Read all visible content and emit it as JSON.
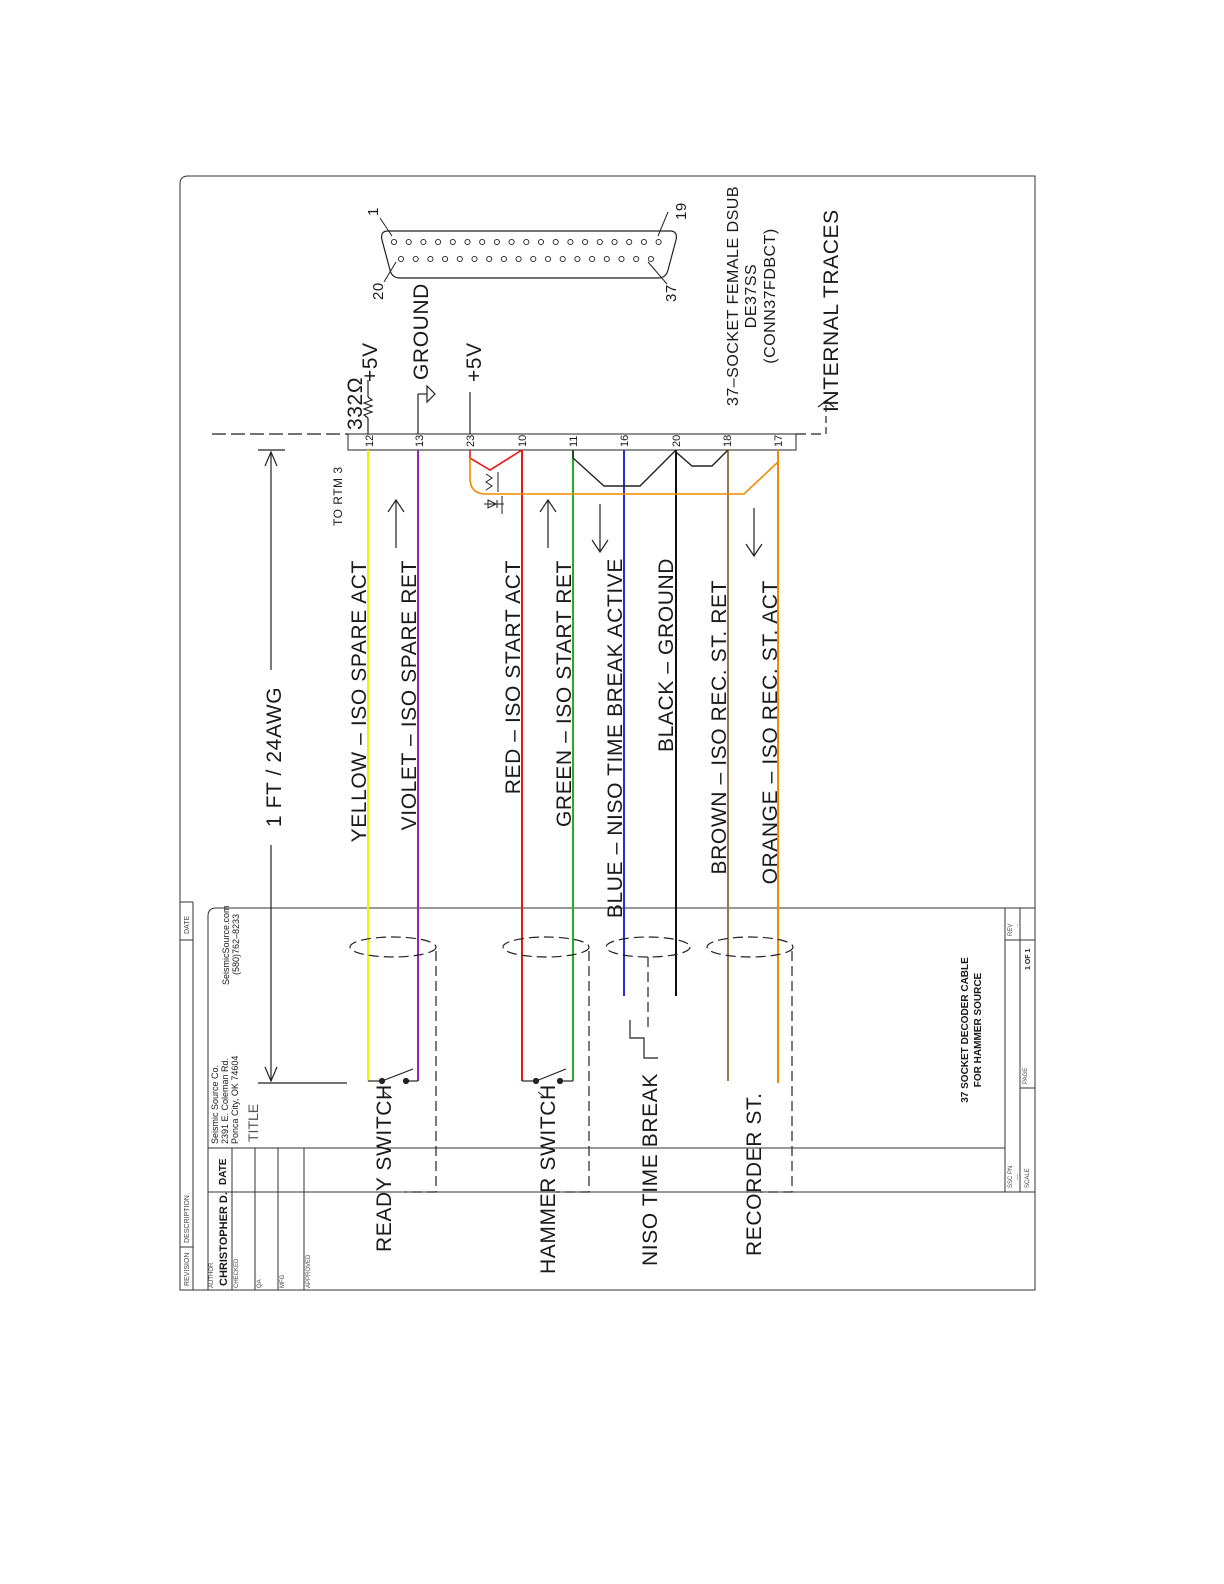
{
  "wires": [
    {
      "pin": "12",
      "color": "#f2f200",
      "label": "YELLOW – ISO SPARE ACT"
    },
    {
      "pin": "13",
      "color": "#9a22b8",
      "label": "VIOLET – ISO SPARE RET"
    },
    {
      "pin": "10",
      "color": "#e11a1a",
      "label": "RED – ISO START ACT"
    },
    {
      "pin": "11",
      "color": "#22b022",
      "label": "GREEN – ISO START RET"
    },
    {
      "pin": "16",
      "color": "#2b2bd6",
      "label": "BLUE – NISO TIME BREAK ACTIVE"
    },
    {
      "pin": "20",
      "color": "#111111",
      "label": "BLACK – GROUND"
    },
    {
      "pin": "18",
      "color": "#9a7a4a",
      "label": "BROWN – ISO REC. ST. RET"
    },
    {
      "pin": "17",
      "color": "#f08c00",
      "label": "ORANGE – ISO REC. ST. ACT"
    }
  ],
  "extra_pin": "23",
  "switches": {
    "ready": "READY SWITCH",
    "hammer": "HAMMER SWITCH",
    "niso": "NISO TIME BREAK",
    "recorder": "RECORDER ST."
  },
  "labels": {
    "length": "1 FT / 24AWG",
    "to_rtm": "TO RTM 3",
    "resistor": "332Ω",
    "plus5v_a": "+5V",
    "plus5v_b": "+5V",
    "ground": "GROUND",
    "internal_traces": "INTERNAL TRACES"
  },
  "connector": {
    "line1": "37–SOCKET FEMALE DSUB",
    "line2": "DE37SS",
    "line3": "(CONN37FDBCT)",
    "pin_1": "1",
    "pin_19": "19",
    "pin_20": "20",
    "pin_37": "37"
  },
  "revision_block": {
    "revision": "REVISION",
    "description": "DESCRIPTION",
    "date": "DATE"
  },
  "title_block": {
    "author_hdr": "AUTHOR",
    "author": "CHRISTOPHER D.",
    "date_hdr": "DATE",
    "checked": "CHECKED",
    "qa": "QA",
    "mfg": "MFG",
    "approved": "APPROVED",
    "company1": "Seismic Source Co.",
    "company2": "2391 E. Coleman Rd.",
    "company3": "Ponca City, OK 74604",
    "website": "SeismicSource.com",
    "phone": "(580)762–8233",
    "title_hdr": "TITLE",
    "title1": "37 SOCKET DECODER CABLE",
    "title2": "FOR HAMMER SOURCE",
    "sscpn_hdr": "SSC PN",
    "sscpn": "---",
    "rev_hdr": "REV",
    "rev": "-",
    "scale_hdr": "SCALE",
    "page_hdr": "PAGE",
    "page": "1 OF 1"
  }
}
